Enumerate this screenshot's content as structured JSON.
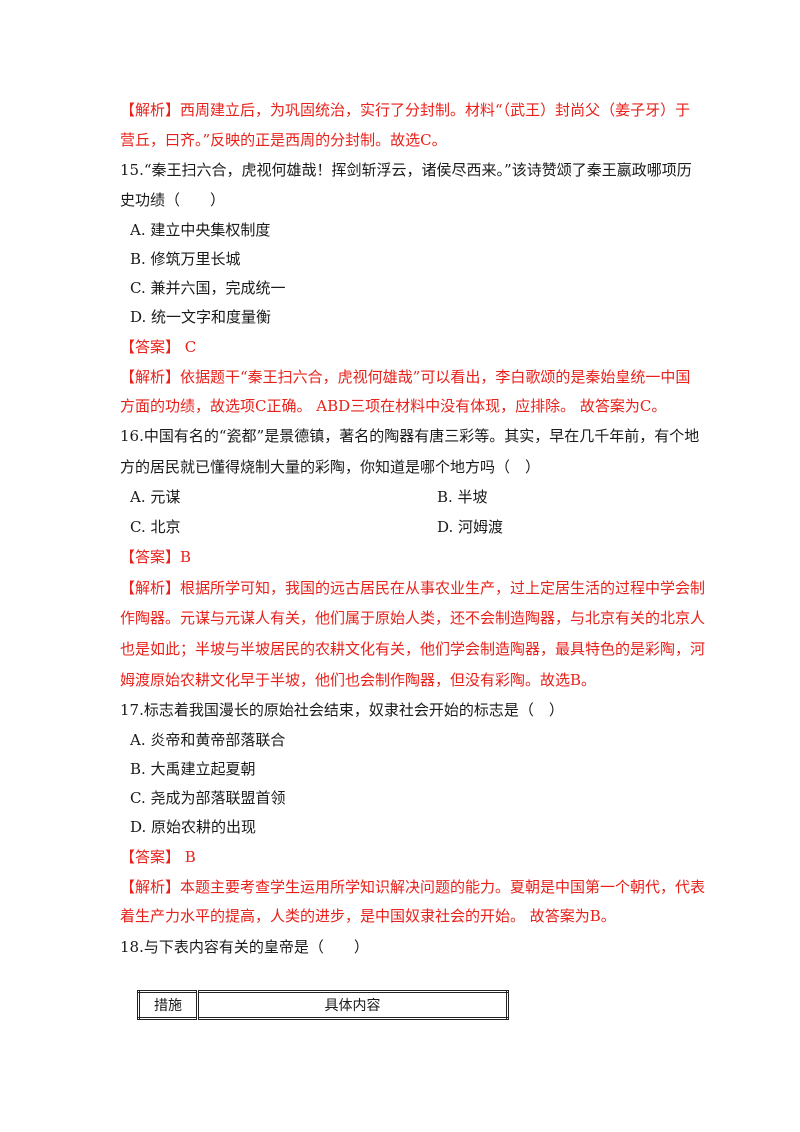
{
  "lines": {
    "l1": "【解析】西周建立后，为巩固统治，实行了分封制。材料“（武王）封尚父（姜子牙）于",
    "l2": "营丘，曰齐。”反映的正是西周的分封制。故选C。",
    "q15a": "15.“秦王扫六合，虎视何雄哉！挥剑斩浮云，诸侯尽西来。”该诗赞颂了秦王嬴政哪项历",
    "q15b": "史功绩（　　）",
    "q15A": "A.  建立中央集权制度",
    "q15B": "B.  修筑万里长城",
    "q15C": "C.  兼并六国，完成统一",
    "q15D": "D.  统一文字和度量衡",
    "a15": "【答案】 C",
    "e15a": "【解析】依据题干“秦王扫六合，虎视何雄哉”可以看出，李白歌颂的是秦始皇统一中国",
    "e15b": "方面的功绩，故选项C正确。 ABD三项在材料中没有体现，应排除。 故答案为C。",
    "q16a": "16.中国有名的“瓷都”是景德镇，著名的陶器有唐三彩等。其实，早在几千年前，有个地",
    "q16b": "方的居民就已懂得烧制大量的彩陶，你知道是哪个地方吗（　）",
    "q16A": "A.  元谋",
    "q16B": "B.  半坡",
    "q16C": "C.  北京",
    "q16D": "D.  河姆渡",
    "a16": "【答案】B",
    "e16a": "【解析】根据所学可知，我国的远古居民在从事农业生产，过上定居生活的过程中学会制",
    "e16b": "作陶器。元谋与元谋人有关，他们属于原始人类，还不会制造陶器，与北京有关的北京人",
    "e16c": "也是如此；半坡与半坡居民的农耕文化有关，他们学会制造陶器，最具特色的是彩陶，河",
    "e16d": "姆渡原始农耕文化早于半坡，他们也会制作陶器，但没有彩陶。故选B。",
    "q17a": "17.标志着我国漫长的原始社会结束，奴隶社会开始的标志是（　）",
    "q17A": "A.  炎帝和黄帝部落联合",
    "q17B": "B.  大禹建立起夏朝",
    "q17C": "C.  尧成为部落联盟首领",
    "q17D": "D.  原始农耕的出现",
    "a17": "【答案】 B",
    "e17a": "【解析】本题主要考查学生运用所学知识解决问题的能力。夏朝是中国第一个朝代，代表",
    "e17b": "着生产力水平的提高，人类的进步，是中国奴隶社会的开始。 故答案为B。",
    "q18a": "18.与下表内容有关的皇帝是（　　）"
  },
  "table": {
    "col1": "措施",
    "col2": "具体内容"
  },
  "colors": {
    "answer_red": "#e8211b",
    "text": "#1a1a1a"
  }
}
